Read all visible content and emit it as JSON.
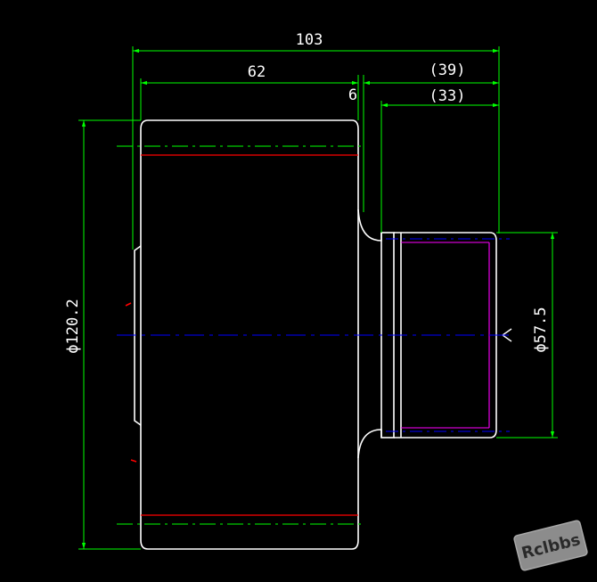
{
  "drawing": {
    "dimensions": {
      "overall_length": "103",
      "body_length": "62",
      "groove_width": "6",
      "ref_length_outer": "(39)",
      "ref_length_inner": "(33)",
      "outer_diameter": "ϕ120.2",
      "shaft_diameter": "ϕ57.5"
    },
    "colors": {
      "background": "#000000",
      "outline": "#ffffff",
      "dimension": "#00ff00",
      "centerline_green": "#00ff00",
      "centerline_blue": "#0000ff",
      "hidden_red": "#ff0000",
      "hidden_magenta": "#ff00ff"
    }
  },
  "watermark": {
    "text": "Rclbbs"
  }
}
